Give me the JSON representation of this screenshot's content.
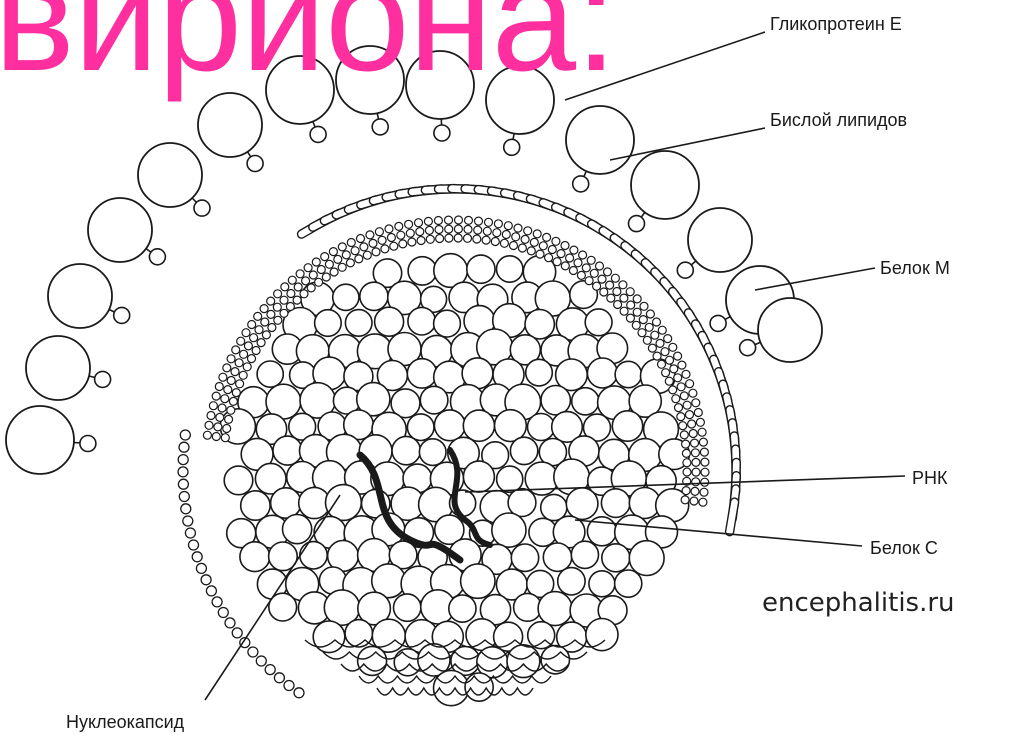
{
  "title": "вириона:",
  "labels": {
    "glycoprotein_e": "Гликопротеин Е",
    "lipid_bilayer": "Бислой липидов",
    "protein_m": "Белок М",
    "rna": "РНК",
    "protein_c": "Белок С",
    "nucleocapsid": "Нуклеокапсид"
  },
  "credit": "encephalitis.ru",
  "colors": {
    "title": "#ff2fa0",
    "ink": "#1a1a1a",
    "background": "#ffffff"
  }
}
